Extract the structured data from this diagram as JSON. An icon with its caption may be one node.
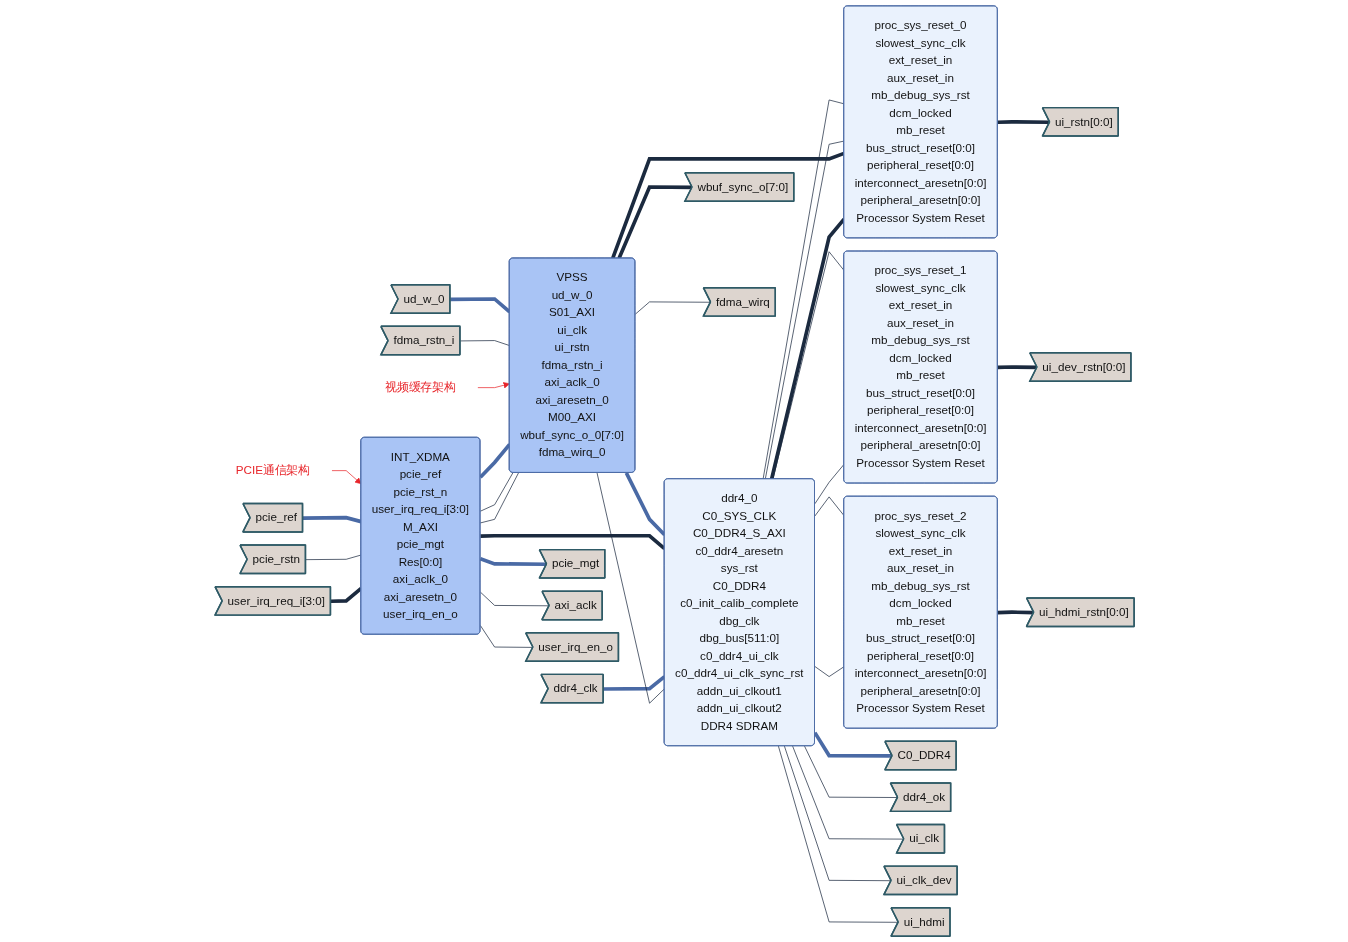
{
  "diagram": {
    "nodes": [
      {
        "text": [
          "ud_w_0"
        ]
      },
      {
        "text": [
          "fdma_rstn_i"
        ]
      },
      {
        "text": [
          "pcie_ref"
        ]
      },
      {
        "text": [
          "pcie_rstn"
        ]
      },
      {
        "text": [
          "user_irq_req_i[3:0]"
        ]
      },
      {
        "text": [
          "ddr4_clk"
        ]
      },
      {
        "text": [
          "VPSS",
          "ud_w_0",
          "S01_AXI",
          "ui_clk",
          "ui_rstn",
          "fdma_rstn_i",
          "axi_aclk_0",
          "axi_aresetn_0",
          "M00_AXI",
          "wbuf_sync_o_0[7:0]",
          "fdma_wirq_0"
        ]
      },
      {
        "text": [
          "视频缓存架构"
        ]
      },
      {
        "text": [
          "INT_XDMA",
          "pcie_ref",
          "pcie_rst_n",
          "user_irq_req_i[3:0]",
          "M_AXI",
          "pcie_mgt",
          "Res[0:0]",
          "axi_aclk_0",
          "axi_aresetn_0",
          "user_irq_en_o"
        ]
      },
      {
        "text": [
          "PCIE通信架构"
        ]
      },
      {
        "text": [
          "ddr4_0",
          "C0_SYS_CLK",
          "C0_DDR4_S_AXI",
          "c0_ddr4_aresetn",
          "sys_rst",
          "C0_DDR4",
          "c0_init_calib_complete",
          "dbg_clk",
          "dbg_bus[511:0]",
          "c0_ddr4_ui_clk",
          "c0_ddr4_ui_clk_sync_rst",
          "addn_ui_clkout1",
          "addn_ui_clkout2",
          "DDR4 SDRAM"
        ]
      },
      {
        "text": [
          "proc_sys_reset_1",
          "slowest_sync_clk",
          "ext_reset_in",
          "aux_reset_in",
          "mb_debug_sys_rst",
          "dcm_locked",
          "mb_reset",
          "bus_struct_reset[0:0]",
          "peripheral_reset[0:0]",
          "interconnect_aresetn[0:0]",
          "peripheral_aresetn[0:0]",
          "Processor System Reset"
        ]
      },
      {
        "text": [
          "proc_sys_reset_0",
          "slowest_sync_clk",
          "ext_reset_in",
          "aux_reset_in",
          "mb_debug_sys_rst",
          "dcm_locked",
          "mb_reset",
          "bus_struct_reset[0:0]",
          "peripheral_reset[0:0]",
          "interconnect_aresetn[0:0]",
          "peripheral_aresetn[0:0]",
          "Processor System Reset"
        ]
      },
      {
        "text": [
          "proc_sys_reset_2",
          "slowest_sync_clk",
          "ext_reset_in",
          "aux_reset_in",
          "mb_debug_sys_rst",
          "dcm_locked",
          "mb_reset",
          "bus_struct_reset[0:0]",
          "peripheral_reset[0:0]",
          "interconnect_aresetn[0:0]",
          "peripheral_aresetn[0:0]",
          "Processor System Reset"
        ]
      },
      {
        "text": [
          "wbuf_sync_o[7:0]"
        ]
      },
      {
        "text": [
          "fdma_wirq"
        ]
      },
      {
        "text": [
          "pcie_mgt"
        ]
      },
      {
        "text": [
          "axi_aclk"
        ]
      },
      {
        "text": [
          "user_irq_en_o"
        ]
      },
      {
        "text": [
          "C0_DDR4"
        ]
      },
      {
        "text": [
          "ddr4_ok"
        ]
      },
      {
        "text": [
          "ui_clk"
        ]
      },
      {
        "text": [
          "ui_clk_dev"
        ]
      },
      {
        "text": [
          "ui_hdmi"
        ]
      },
      {
        "text": [
          "ui_dev_rstn[0:0]"
        ]
      },
      {
        "text": [
          "ui_rstn[0:0]"
        ]
      },
      {
        "text": [
          "ui_hdmi_rstn[0:0]"
        ]
      }
    ],
    "edges": [
      {
        "from": 0,
        "to": 6,
        "arrow": "none",
        "style": "thick",
        "color": "#4a6aa5"
      },
      {
        "from": 1,
        "to": 6,
        "arrow": "none"
      },
      {
        "from": 7,
        "to": 6,
        "arrow": "to",
        "color": "#e8262b"
      },
      {
        "from": 8,
        "to": 6,
        "arrow": "none",
        "style": "thick",
        "color": "#4a6aa5"
      },
      {
        "from": 6,
        "to": 10,
        "arrow": "none",
        "style": "thick",
        "color": "#4a6aa5"
      },
      {
        "from": 6,
        "to": 14,
        "arrow": "none",
        "style": "thick"
      },
      {
        "from": 6,
        "to": 15,
        "arrow": "none"
      },
      {
        "from": 9,
        "to": 8,
        "arrow": "to",
        "color": "#e8262b"
      },
      {
        "from": 2,
        "to": 8,
        "arrow": "none",
        "style": "thick",
        "color": "#4a6aa5"
      },
      {
        "from": 3,
        "to": 8,
        "arrow": "none"
      },
      {
        "from": 4,
        "to": 8,
        "arrow": "none",
        "style": "thick"
      },
      {
        "from": 8,
        "to": 16,
        "arrow": "none",
        "style": "thick",
        "color": "#4a6aa5"
      },
      {
        "from": 8,
        "to": 17,
        "arrow": "none"
      },
      {
        "from": 8,
        "to": 6,
        "arrow": "none"
      },
      {
        "from": 8,
        "to": 6,
        "arrow": "none"
      },
      {
        "from": 8,
        "to": 18,
        "arrow": "none"
      },
      {
        "from": 8,
        "to": 10,
        "arrow": "none",
        "style": "thick"
      },
      {
        "from": 5,
        "to": 10,
        "arrow": "none",
        "style": "thick",
        "color": "#4a6aa5"
      },
      {
        "from": 10,
        "to": 19,
        "arrow": "none",
        "style": "thick",
        "color": "#4a6aa5"
      },
      {
        "from": 10,
        "to": 20,
        "arrow": "none"
      },
      {
        "from": 10,
        "to": 21,
        "arrow": "none"
      },
      {
        "from": 10,
        "to": 6,
        "arrow": "none"
      },
      {
        "from": 10,
        "to": 12,
        "arrow": "none"
      },
      {
        "from": 10,
        "to": 22,
        "arrow": "none"
      },
      {
        "from": 10,
        "to": 11,
        "arrow": "none"
      },
      {
        "from": 10,
        "to": 23,
        "arrow": "none"
      },
      {
        "from": 10,
        "to": 13,
        "arrow": "none"
      },
      {
        "from": 10,
        "to": 11,
        "arrow": "none"
      },
      {
        "from": 10,
        "to": 12,
        "arrow": "none"
      },
      {
        "from": 10,
        "to": 13,
        "arrow": "none"
      },
      {
        "from": 12,
        "to": 25,
        "arrow": "none",
        "style": "thick"
      },
      {
        "from": 12,
        "to": 6,
        "arrow": "none",
        "style": "thick"
      },
      {
        "from": 12,
        "to": 10,
        "arrow": "none",
        "style": "thick"
      },
      {
        "from": 11,
        "to": 24,
        "arrow": "none",
        "style": "thick"
      },
      {
        "from": 13,
        "to": 26,
        "arrow": "none",
        "style": "thick"
      }
    ]
  }
}
